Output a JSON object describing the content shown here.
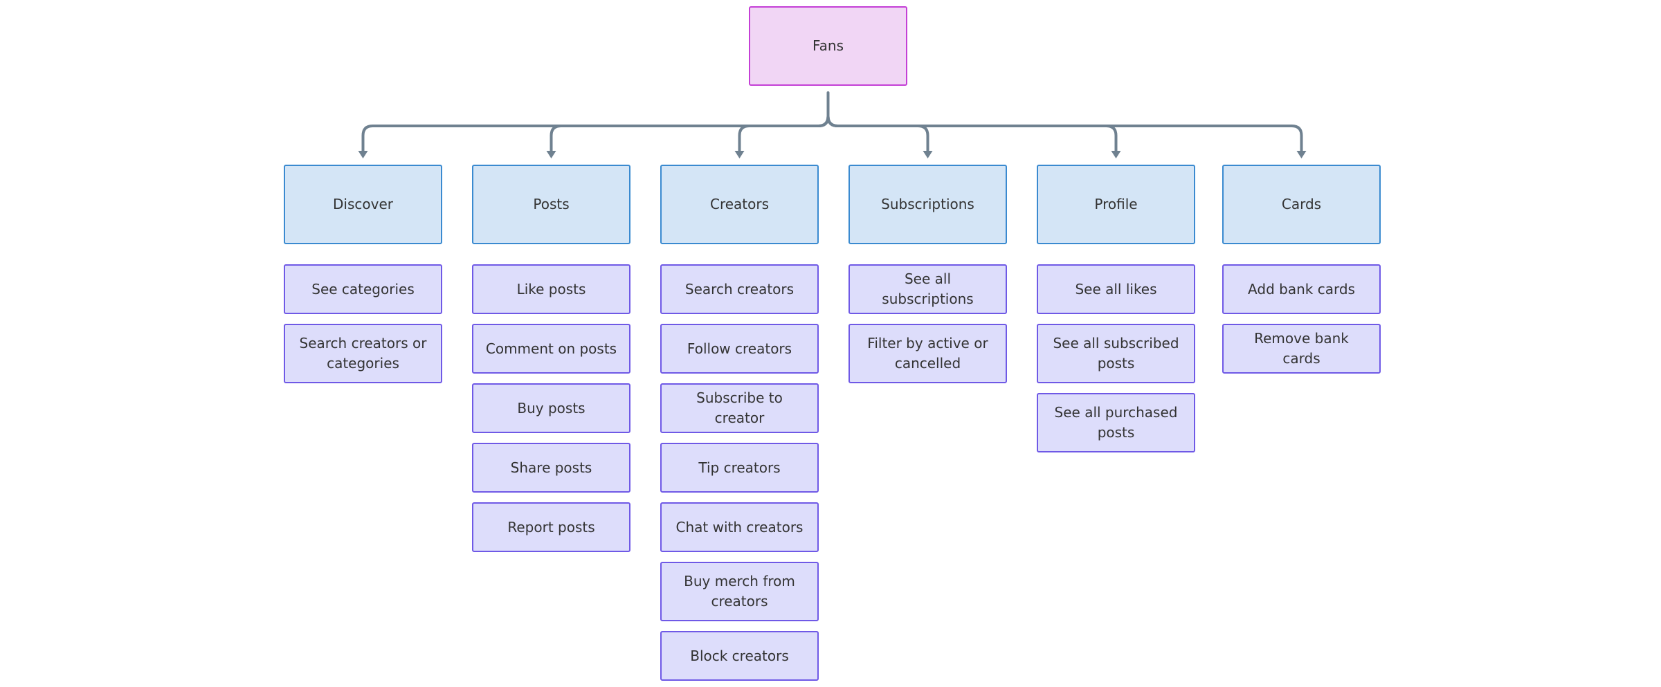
{
  "colors": {
    "connector": "#6f8190",
    "root_fill": "#f1d6f5",
    "root_border": "#c43fd6",
    "category_fill": "#d4e5f6",
    "category_border": "#3a8ad0",
    "item_fill": "#ddddfb",
    "item_border": "#6f59e6"
  },
  "root": {
    "label": "Fans"
  },
  "categories": [
    {
      "label": "Discover",
      "items": [
        "See categories",
        "Search creators or categories"
      ]
    },
    {
      "label": "Posts",
      "items": [
        "Like posts",
        "Comment on posts",
        "Buy posts",
        "Share posts",
        "Report posts"
      ]
    },
    {
      "label": "Creators",
      "items": [
        "Search creators",
        "Follow creators",
        "Subscribe to creator",
        "Tip creators",
        "Chat with creators",
        "Buy merch from creators",
        "Block creators"
      ]
    },
    {
      "label": "Subscriptions",
      "items": [
        "See all subscriptions",
        "Filter by active or cancelled"
      ]
    },
    {
      "label": "Profile",
      "items": [
        "See all likes",
        "See all subscribed posts",
        "See all purchased posts"
      ]
    },
    {
      "label": "Cards",
      "items": [
        "Add bank cards",
        "Remove bank cards"
      ]
    }
  ]
}
